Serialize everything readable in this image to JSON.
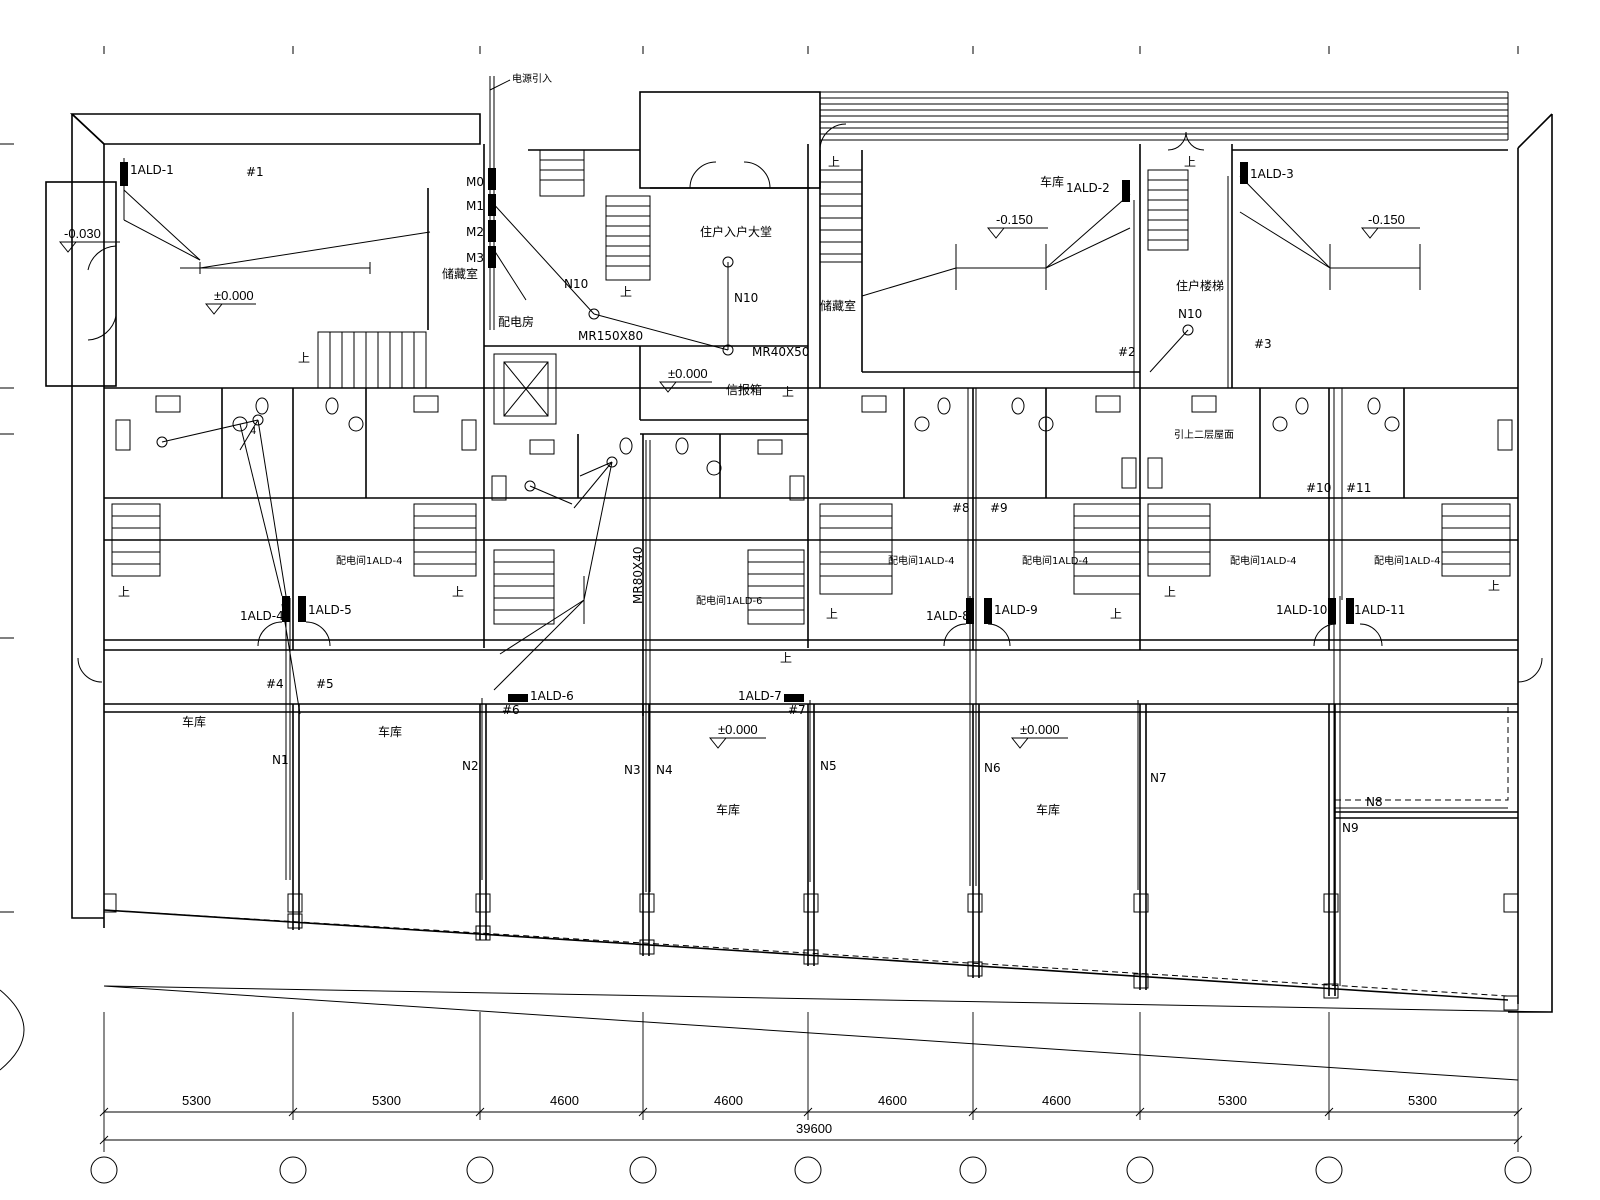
{
  "power_entry": "电源引入",
  "room_labels": [
    {
      "id": "garage-a",
      "text": "车库"
    },
    {
      "id": "resident-lobby",
      "text": "住户入户大堂"
    },
    {
      "id": "storage-1",
      "text": "储藏室"
    },
    {
      "id": "storage-2",
      "text": "储藏室"
    },
    {
      "id": "elec-room",
      "text": "配电房"
    },
    {
      "id": "mailbox",
      "text": "信报箱"
    },
    {
      "id": "resident-stair",
      "text": "住户楼梯"
    },
    {
      "id": "garage-b",
      "text": "车库"
    },
    {
      "id": "garage-c",
      "text": "车库"
    },
    {
      "id": "garage-d",
      "text": "车库"
    },
    {
      "id": "garage-e",
      "text": "车库"
    },
    {
      "id": "second-floor",
      "text": "引上二层屋面"
    }
  ],
  "elevations": [
    {
      "id": "elev-1",
      "text": "-0.030"
    },
    {
      "id": "elev-2",
      "text": "±0.000"
    },
    {
      "id": "elev-3",
      "text": "-0.150"
    },
    {
      "id": "elev-4",
      "text": "-0.150"
    },
    {
      "id": "elev-5",
      "text": "±0.000"
    },
    {
      "id": "elev-6",
      "text": "±0.000"
    },
    {
      "id": "elev-7",
      "text": "±0.000"
    }
  ],
  "panels": [
    {
      "id": "ald-1",
      "text": "1ALD-1"
    },
    {
      "id": "ald-2",
      "text": "1ALD-2"
    },
    {
      "id": "ald-3",
      "text": "1ALD-3"
    },
    {
      "id": "ald-4",
      "text": "1ALD-4"
    },
    {
      "id": "ald-5",
      "text": "1ALD-5"
    },
    {
      "id": "ald-6",
      "text": "1ALD-6"
    },
    {
      "id": "ald-7",
      "text": "1ALD-7"
    },
    {
      "id": "ald-8",
      "text": "1ALD-8"
    },
    {
      "id": "ald-9",
      "text": "1ALD-9"
    },
    {
      "id": "ald-10",
      "text": "1ALD-10"
    },
    {
      "id": "ald-11",
      "text": "1ALD-11"
    }
  ],
  "panel_room_notes": [
    {
      "id": "note-1",
      "text": "配电间1ALD-4"
    },
    {
      "id": "note-2",
      "text": "配电间1ALD-6"
    },
    {
      "id": "note-3",
      "text": "配电间1ALD-4"
    },
    {
      "id": "note-4",
      "text": "配电间1ALD-4"
    },
    {
      "id": "note-5",
      "text": "配电间1ALD-4"
    },
    {
      "id": "note-6",
      "text": "配电间1ALD-4"
    }
  ],
  "meters": [
    "M0",
    "M1",
    "M2",
    "M3"
  ],
  "circuits": [
    "N1",
    "N2",
    "N3",
    "N4",
    "N5",
    "N6",
    "N7",
    "N8",
    "N9",
    "N10",
    "N10",
    "N10"
  ],
  "markers": [
    "#1",
    "#2",
    "#3",
    "#4",
    "#5",
    "#6",
    "#7",
    "#8",
    "#9",
    "#10",
    "#11"
  ],
  "trays": [
    {
      "id": "tray-1",
      "text": "MR150X80"
    },
    {
      "id": "tray-2",
      "text": "MR40X50"
    },
    {
      "id": "tray-3",
      "text": "MR80X40"
    }
  ],
  "stair_up": "上",
  "switch_count_label": "4",
  "dimensions": {
    "segments": [
      "5300",
      "5300",
      "4600",
      "4600",
      "4600",
      "4600",
      "5300",
      "5300"
    ],
    "total": "39600"
  }
}
